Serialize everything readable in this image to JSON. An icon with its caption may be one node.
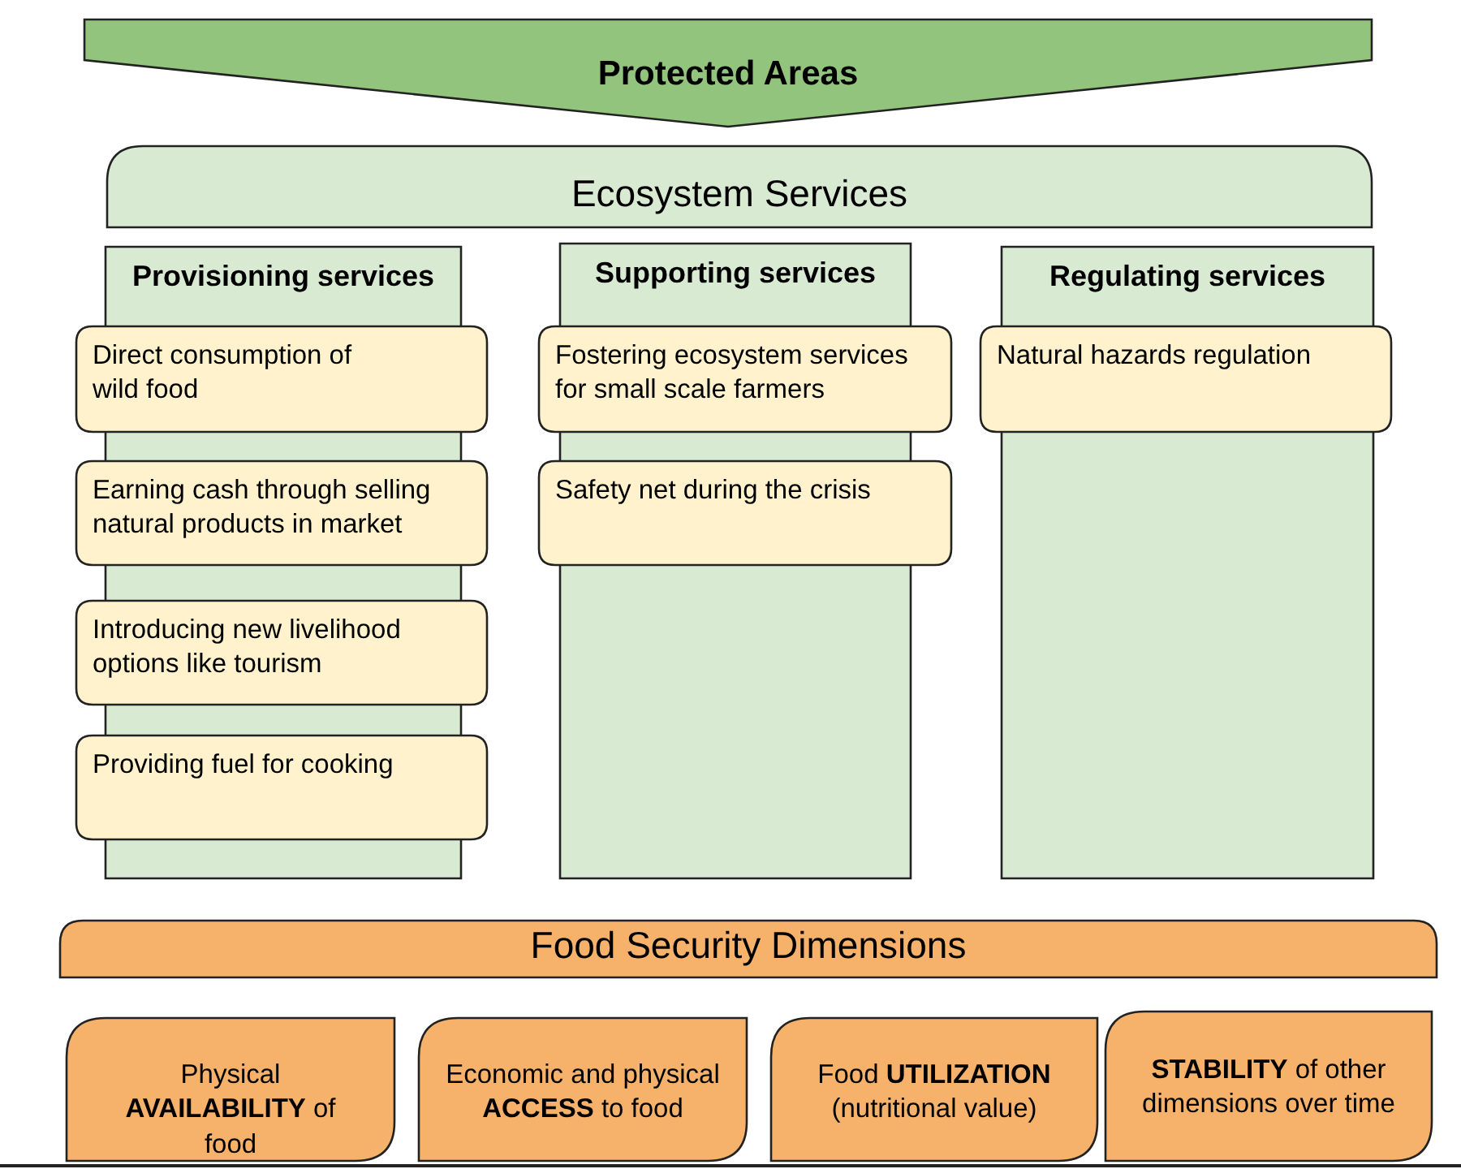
{
  "diagram": {
    "nodes": [
      {
        "text": [
          "Protected Areas"
        ]
      },
      {
        "text": [
          "Ecosystem Services"
        ]
      },
      {
        "text": [
          "Provisioning services"
        ]
      },
      {
        "text": [
          "Direct consumption of wild food"
        ]
      },
      {
        "text": [
          "Earning cash through selling natural products in market"
        ]
      },
      {
        "text": [
          "Introducing new livelihood options like tourism"
        ]
      },
      {
        "text": [
          "Providing fuel for cooking"
        ]
      },
      {
        "text": [
          "Supporting services"
        ]
      },
      {
        "text": [
          "Fostering ecosystem services for small scale farmers"
        ]
      },
      {
        "text": [
          "Safety net during the crisis"
        ]
      },
      {
        "text": [
          "Regulating services"
        ]
      },
      {
        "text": [
          "Natural hazards regulation"
        ]
      },
      {
        "text": [
          "Food Security Dimensions"
        ]
      },
      {
        "text": [
          "Physical **AVAILABILITY** of food"
        ]
      },
      {
        "text": [
          "Economic and physical **ACCESS** to food"
        ]
      },
      {
        "text": [
          "Food **UTILIZATION** (nutritional value)"
        ]
      },
      {
        "text": [
          "**STABILITY** of other dimensions over time"
        ]
      }
    ]
  }
}
